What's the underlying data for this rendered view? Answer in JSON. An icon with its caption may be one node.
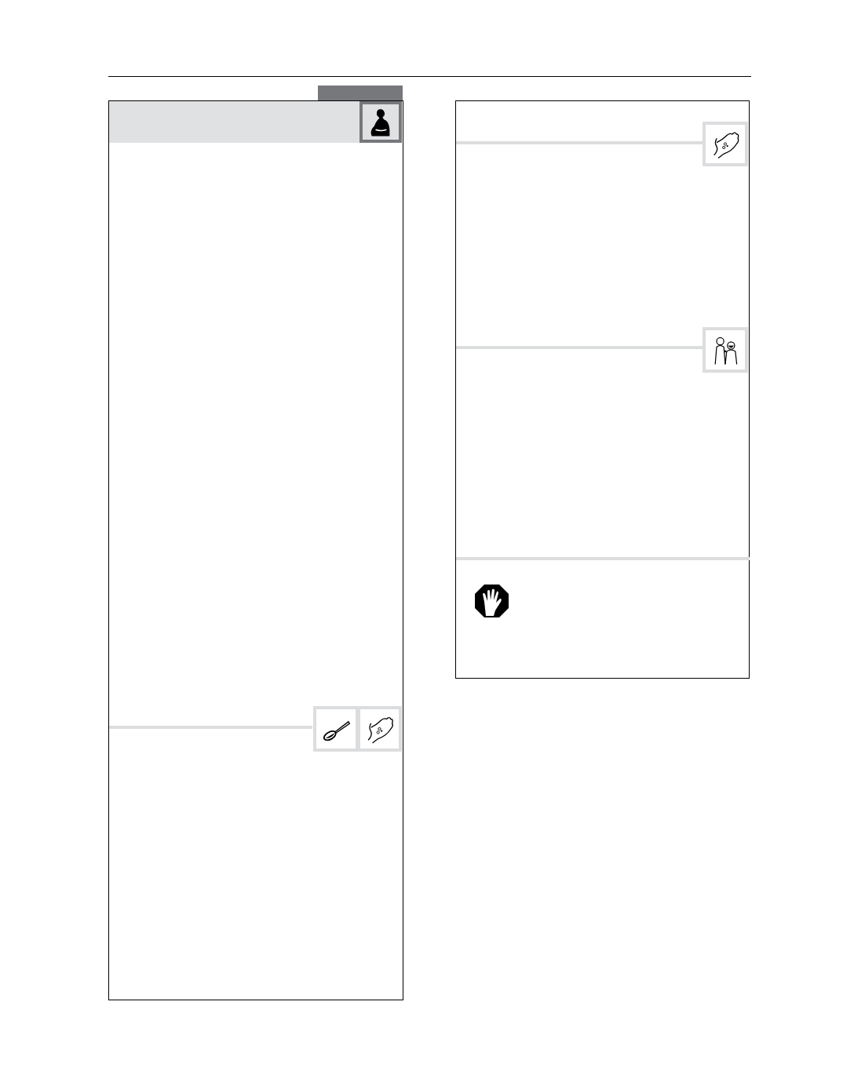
{
  "diagram": {
    "nodes": [
      {
        "text": [],
        "shape": "box"
      },
      {
        "text": [],
        "shape": "bar",
        "in": 0
      },
      {
        "text": [],
        "shape": "bar"
      },
      {
        "text": [],
        "shape": "picture",
        "in": 1
      },
      {
        "text": [],
        "shape": "picture",
        "in": 0
      },
      {
        "text": [],
        "shape": "picture",
        "in": 0
      },
      {
        "text": [],
        "shape": "box"
      },
      {
        "text": [],
        "shape": "picture",
        "in": 6
      },
      {
        "text": [],
        "shape": "picture",
        "in": 6
      }
    ]
  }
}
